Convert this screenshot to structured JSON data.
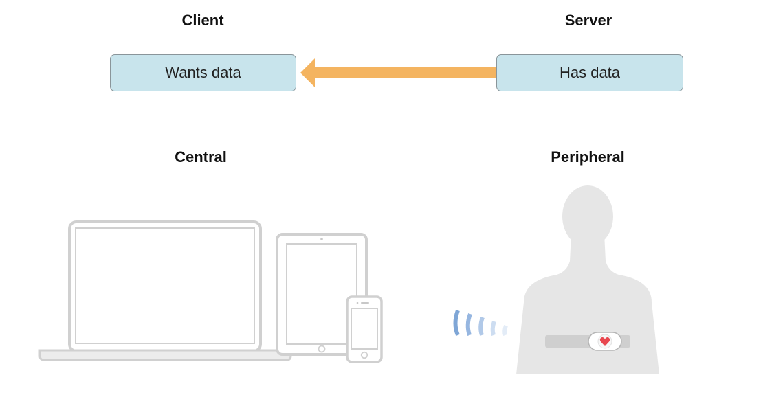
{
  "client": {
    "heading": "Client",
    "box_label": "Wants data"
  },
  "server": {
    "heading": "Server",
    "box_label": "Has data"
  },
  "central": {
    "heading": "Central"
  },
  "peripheral": {
    "heading": "Peripheral"
  },
  "colors": {
    "box_fill": "#c8e4ec",
    "arrow": "#f4b460",
    "device_frame": "#d4d4d4",
    "body": "#e6e6e6",
    "heart": "#e8474f",
    "signal": "#7fa6d6"
  }
}
